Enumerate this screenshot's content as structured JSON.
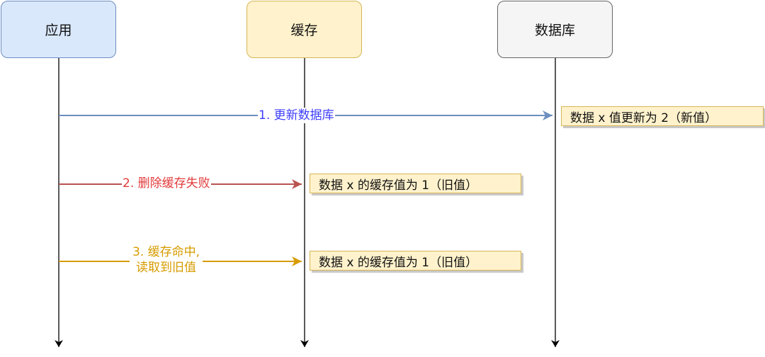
{
  "participants": {
    "app": "应用",
    "cache": "缓存",
    "database": "数据库"
  },
  "messages": [
    {
      "label": "1. 更新数据库",
      "color": "#6c8ebf"
    },
    {
      "label": "2. 删除缓存失败",
      "color": "#b85450"
    },
    {
      "label_line1": "3. 缓存命中,",
      "label_line2": "读取到旧值",
      "color": "#d79b00"
    }
  ],
  "notes": {
    "database": "数据 x 值更新为 2（新值）",
    "cache_1": "数据 x 的缓存值为 1（旧值）",
    "cache_2": "数据 x 的缓存值为 1（旧值）"
  },
  "colors": {
    "app_fill": "#dae8fc",
    "app_stroke": "#6c8ebf",
    "cache_fill": "#fff2cc",
    "cache_stroke": "#d6b656",
    "db_fill": "#f5f5f5",
    "db_stroke": "#666666",
    "msg1_text": "#3d3dff",
    "msg2_text": "#e23a3a",
    "msg3_text": "#d79b00"
  }
}
